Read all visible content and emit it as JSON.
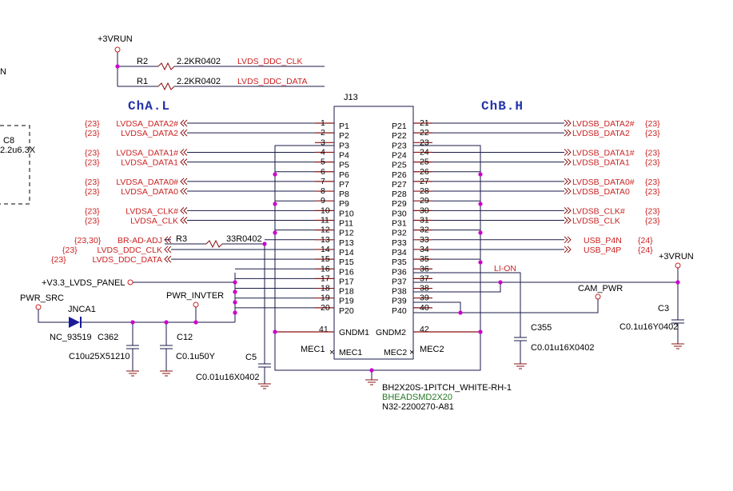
{
  "connector": {
    "ref": "J13",
    "part": "BH2X20S-1PITCH_WHITE-RH-1",
    "footprint": "BHEADSMD2X20",
    "pn": "N32-2200270-A81",
    "left_numbers": [
      "1",
      "2",
      "3",
      "4",
      "5",
      "6",
      "7",
      "8",
      "9",
      "10",
      "11",
      "12",
      "13",
      "14",
      "15",
      "16",
      "17",
      "18",
      "19",
      "20"
    ],
    "left_names": [
      "P1",
      "P2",
      "P3",
      "P4",
      "P5",
      "P6",
      "P7",
      "P8",
      "P9",
      "P10",
      "P11",
      "P12",
      "P13",
      "P14",
      "P15",
      "P16",
      "P17",
      "P18",
      "P19",
      "P20"
    ],
    "right_numbers": [
      "21",
      "22",
      "23",
      "24",
      "25",
      "26",
      "27",
      "28",
      "29",
      "30",
      "31",
      "32",
      "33",
      "34",
      "35",
      "36",
      "37",
      "38",
      "39",
      "40"
    ],
    "right_names": [
      "P21",
      "P22",
      "P23",
      "P24",
      "P25",
      "P26",
      "P27",
      "P28",
      "P29",
      "P30",
      "P31",
      "P32",
      "P33",
      "P34",
      "P35",
      "P36",
      "P37",
      "P38",
      "P39",
      "P40"
    ],
    "gndm1_num": "41",
    "gndm1_name": "GNDM1",
    "gndm2_num": "42",
    "gndm2_name": "GNDM2",
    "mec1": "MEC1",
    "mec2": "MEC2"
  },
  "channel_labels": {
    "left": "ChA.L",
    "right": "ChB.H"
  },
  "left_nets": {
    "p1": {
      "ref": "{23}",
      "name": "LVDSA_DATA2#"
    },
    "p2": {
      "ref": "{23}",
      "name": "LVDSA_DATA2"
    },
    "p4": {
      "ref": "{23}",
      "name": "LVDSA_DATA1#"
    },
    "p5": {
      "ref": "{23}",
      "name": "LVDSA_DATA1"
    },
    "p7": {
      "ref": "{23}",
      "name": "LVDSA_DATA0#"
    },
    "p8": {
      "ref": "{23}",
      "name": "LVDSA_DATA0"
    },
    "p10": {
      "ref": "{23}",
      "name": "LVDSA_CLK#"
    },
    "p11": {
      "ref": "{23}",
      "name": "LVDSA_CLK"
    },
    "p13": {
      "ref": "{23,30}",
      "name": "BR-AD-ADJ"
    },
    "p14": {
      "ref": "{23}",
      "name": "LVDS_DDC_CLK"
    },
    "p15": {
      "ref": "{23}",
      "name": "LVDS_DDC_DATA"
    }
  },
  "right_nets": {
    "p21": {
      "name": "LVDSB_DATA2#",
      "ref": "{23}"
    },
    "p22": {
      "name": "LVDSB_DATA2",
      "ref": "{23}"
    },
    "p24": {
      "name": "LVDSB_DATA1#",
      "ref": "{23}"
    },
    "p25": {
      "name": "LVDSB_DATA1",
      "ref": "{23}"
    },
    "p27": {
      "name": "LVDSB_DATA0#",
      "ref": "{23}"
    },
    "p28": {
      "name": "LVDSB_DATA0",
      "ref": "{23}"
    },
    "p30": {
      "name": "LVDSB_CLK#",
      "ref": "{23}"
    },
    "p31": {
      "name": "LVDSB_CLK",
      "ref": "{23}"
    },
    "p33": {
      "name": "USB_P4N",
      "ref": "{24}"
    },
    "p34": {
      "name": "USB_P4P",
      "ref": "{24}"
    }
  },
  "pullups": {
    "rail": "+3VRUN",
    "r2": {
      "ref": "R2",
      "value": "2.2KR0402",
      "net": "LVDS_DDC_CLK"
    },
    "r1": {
      "ref": "R1",
      "value": "2.2KR0402",
      "net": "LVDS_DDC_DATA"
    }
  },
  "r3": {
    "ref": "R3",
    "value": "33R0402"
  },
  "power": {
    "lvds_panel": "+V3.3_LVDS_PANEL",
    "pwr_src": "PWR_SRC",
    "pwr_invter": "PWR_INVTER",
    "li_on": "LI-ON",
    "cam_pwr": "CAM_PWR",
    "rail_right": "+3VRUN"
  },
  "diode": {
    "ref": "JNCA1",
    "value": "NC_93519"
  },
  "caps": {
    "c362": {
      "ref": "C362",
      "value": "C10u25X51210"
    },
    "c12": {
      "ref": "C12",
      "value": "C0.1u50Y"
    },
    "c5": {
      "ref": "C5",
      "value": "C0.01u16X0402"
    },
    "c355": {
      "ref": "C355",
      "value": "C0.01u16X0402"
    },
    "c3": {
      "ref": "C3",
      "value": "C0.1u16Y0402"
    }
  },
  "edge_fragments": {
    "top": "N",
    "c8_ref": "C8",
    "c8_value": "2.2u6.3X"
  }
}
